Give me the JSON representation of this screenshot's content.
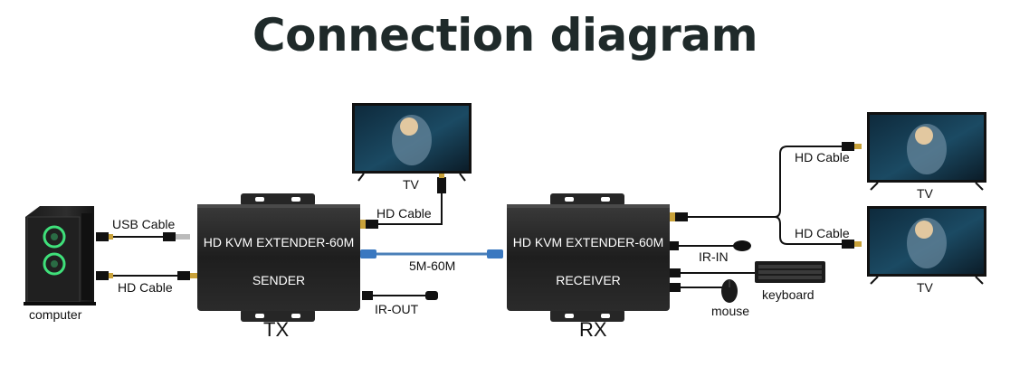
{
  "title": "Connection diagram",
  "devices": {
    "sender": {
      "model": "HD KVM EXTENDER-60M",
      "name": "SENDER",
      "tag": "TX"
    },
    "receiver": {
      "model": "HD KVM EXTENDER-60M",
      "name": "RECEIVER",
      "tag": "RX"
    }
  },
  "labels": {
    "computer": "computer",
    "usb_cable": "USB Cable",
    "hd_cable_pc": "HD Cable",
    "tv_top": "TV",
    "hd_cable_tv_top": "HD Cable",
    "link_distance": "5M-60M",
    "ir_out": "IR-OUT",
    "ir_in": "IR-IN",
    "keyboard": "keyboard",
    "mouse": "mouse",
    "hd_cable_tv_right_1": "HD Cable",
    "tv_right_1": "TV",
    "hd_cable_tv_right_2": "HD Cable",
    "tv_right_2": "TV"
  },
  "colors": {
    "box": "#222222",
    "cable": "#111111",
    "ethernet": "#4a7fb8",
    "connector_gold": "#c9a23a"
  }
}
